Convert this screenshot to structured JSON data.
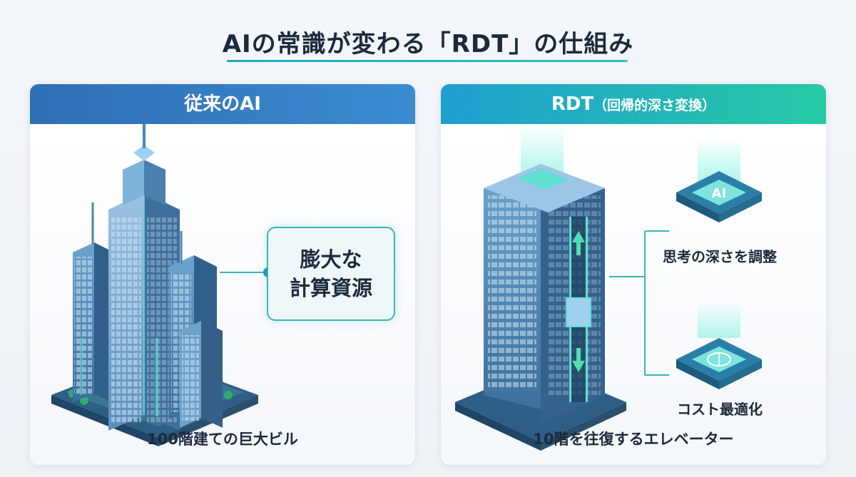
{
  "title": "AIの常識が変わる「RDT」の仕組み",
  "left_panel": {
    "header": "従来のAI",
    "callout_line1": "膨大な",
    "callout_line2": "計算資源",
    "caption": "100階建ての巨大ビル"
  },
  "right_panel": {
    "header_main": "RDT",
    "header_sub": "（回帰的深さ変換）",
    "chip_top_text": "AI",
    "chip_top_label": "思考の深さを調整",
    "chip_bottom_label": "コスト最適化",
    "caption": "10階を往復するエレベーター"
  },
  "colors": {
    "left_header": "#2f6fb6",
    "right_header_start": "#1e9fd0",
    "right_header_end": "#27c9a4",
    "accent_teal": "#2bc3b6",
    "building_blue": "#4a86b8"
  },
  "icons": [
    "skyscraper-icon",
    "elevator-building-icon",
    "ai-chip-icon",
    "brain-chip-icon",
    "arrow-up-icon",
    "arrow-down-icon"
  ]
}
